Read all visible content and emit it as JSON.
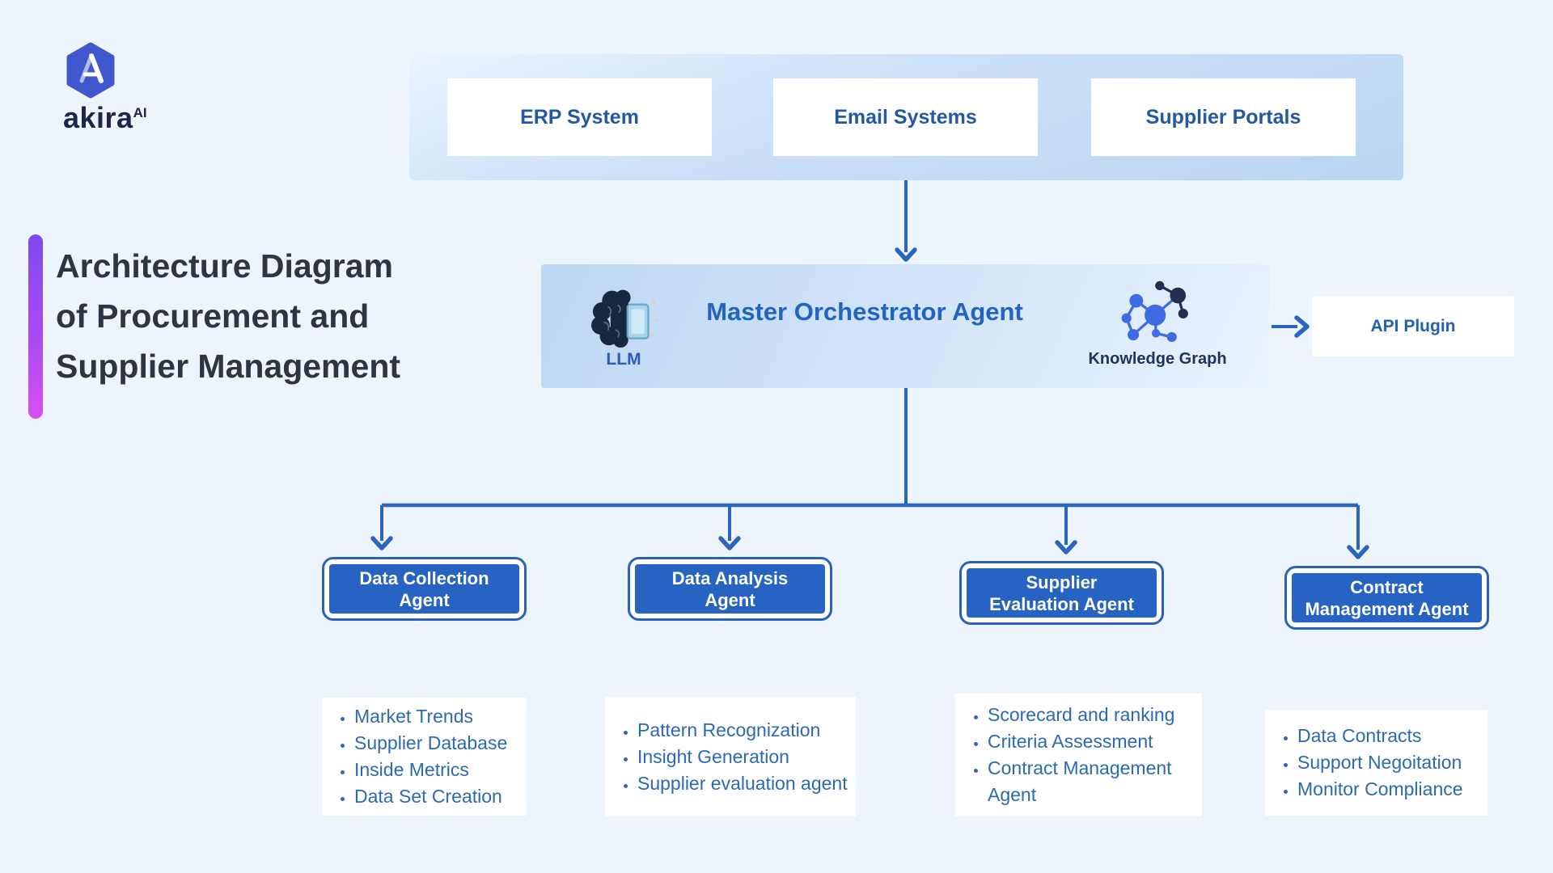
{
  "brand": {
    "name": "akira",
    "sup": "AI"
  },
  "title": {
    "lines": [
      "Architecture Diagram",
      "of Procurement and",
      "Supplier Management"
    ]
  },
  "sources": [
    {
      "label": "ERP System"
    },
    {
      "label": "Email Systems"
    },
    {
      "label": "Supplier Portals"
    }
  ],
  "orchestrator": {
    "label": "Master Orchestrator Agent",
    "llm_label": "LLM",
    "kg_label": "Knowledge Graph"
  },
  "api_plugin": {
    "label": "API Plugin"
  },
  "agents": [
    {
      "line1": "Data Collection",
      "line2": "Agent",
      "items": [
        "Market Trends",
        "Supplier Database",
        "Inside Metrics",
        "Data Set Creation"
      ]
    },
    {
      "line1": "Data Analysis",
      "line2": "Agent",
      "items": [
        "Pattern Recognization",
        "Insight Generation",
        "Supplier evaluation agent"
      ]
    },
    {
      "line1": "Supplier",
      "line2": "Evaluation Agent",
      "items": [
        "Scorecard and ranking",
        "Criteria Assessment",
        "Contract Management Agent"
      ]
    },
    {
      "line1": "Contract",
      "line2": "Management Agent",
      "items": [
        "Data Contracts",
        "Support Negoitation",
        "Monitor Compliance"
      ]
    }
  ],
  "colors": {
    "accent_blue": "#2a65c0",
    "agent_fill": "#2763c3",
    "text_blue": "#2257ab",
    "title_text": "#2e3442",
    "brand_navy": "#1a2749",
    "hexagon": "#4157cd",
    "bar_gradient_top": "#7e49ee",
    "bar_gradient_bottom": "#d94ef2",
    "band_fill": "#c4dcf5",
    "background": "#edf4fc"
  }
}
